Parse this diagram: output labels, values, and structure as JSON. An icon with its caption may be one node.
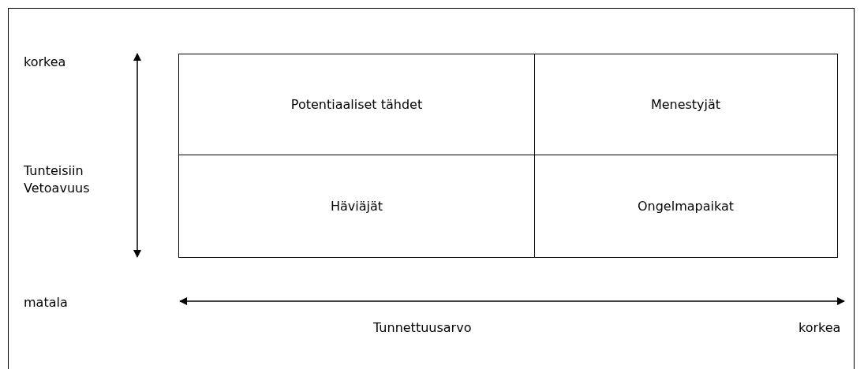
{
  "diagram": {
    "nodes": [
      {
        "text": [
          "Potentiaaliset tähdet"
        ]
      },
      {
        "text": [
          "Menestyjät"
        ]
      },
      {
        "text": [
          "Häviäjät"
        ]
      },
      {
        "text": [
          "Ongelmapaikat"
        ]
      }
    ],
    "labels": [
      "korkea",
      "Tunteisiin Vetoavuus",
      "matala",
      "Tunnettuusarvo",
      "korkea"
    ]
  }
}
